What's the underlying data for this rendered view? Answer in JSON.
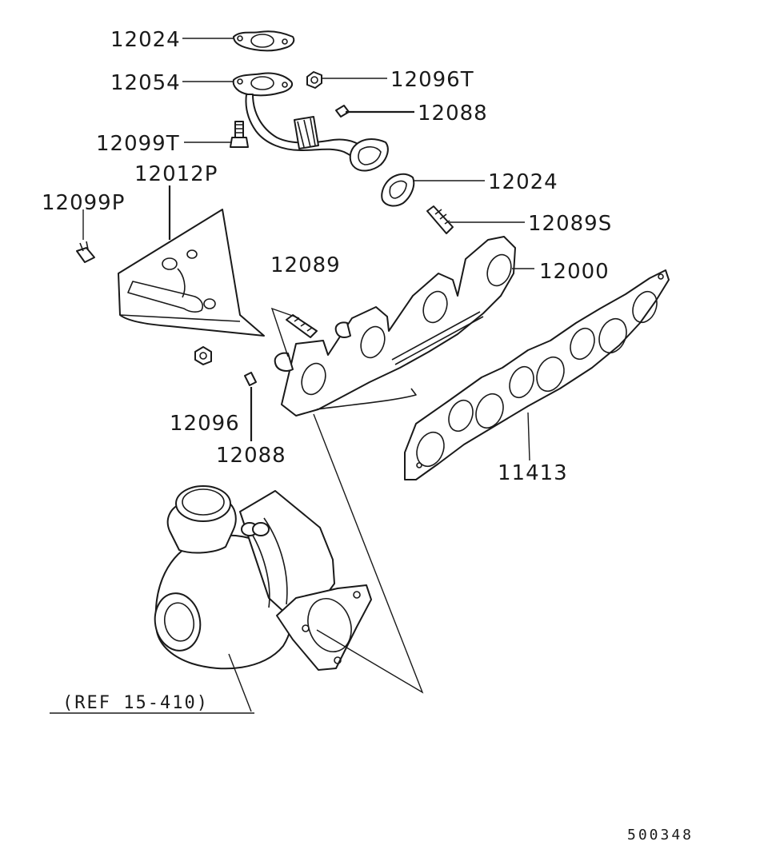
{
  "diagram": {
    "labels": {
      "gasket_top": "12024",
      "flange_gasket": "12054",
      "nut_top": "12096T",
      "stud_top": "12088",
      "bolt_top": "12099T",
      "heat_shield": "12012P",
      "gasket_mid": "12024",
      "bolt_left": "12099P",
      "stud_bolt": "12089S",
      "stud_mid": "12089",
      "manifold": "12000",
      "nut_low": "12096",
      "stud_low": "12088",
      "manifold_gasket": "11413"
    },
    "reference": "(REF  15-410)",
    "diagram_code": "500348"
  }
}
